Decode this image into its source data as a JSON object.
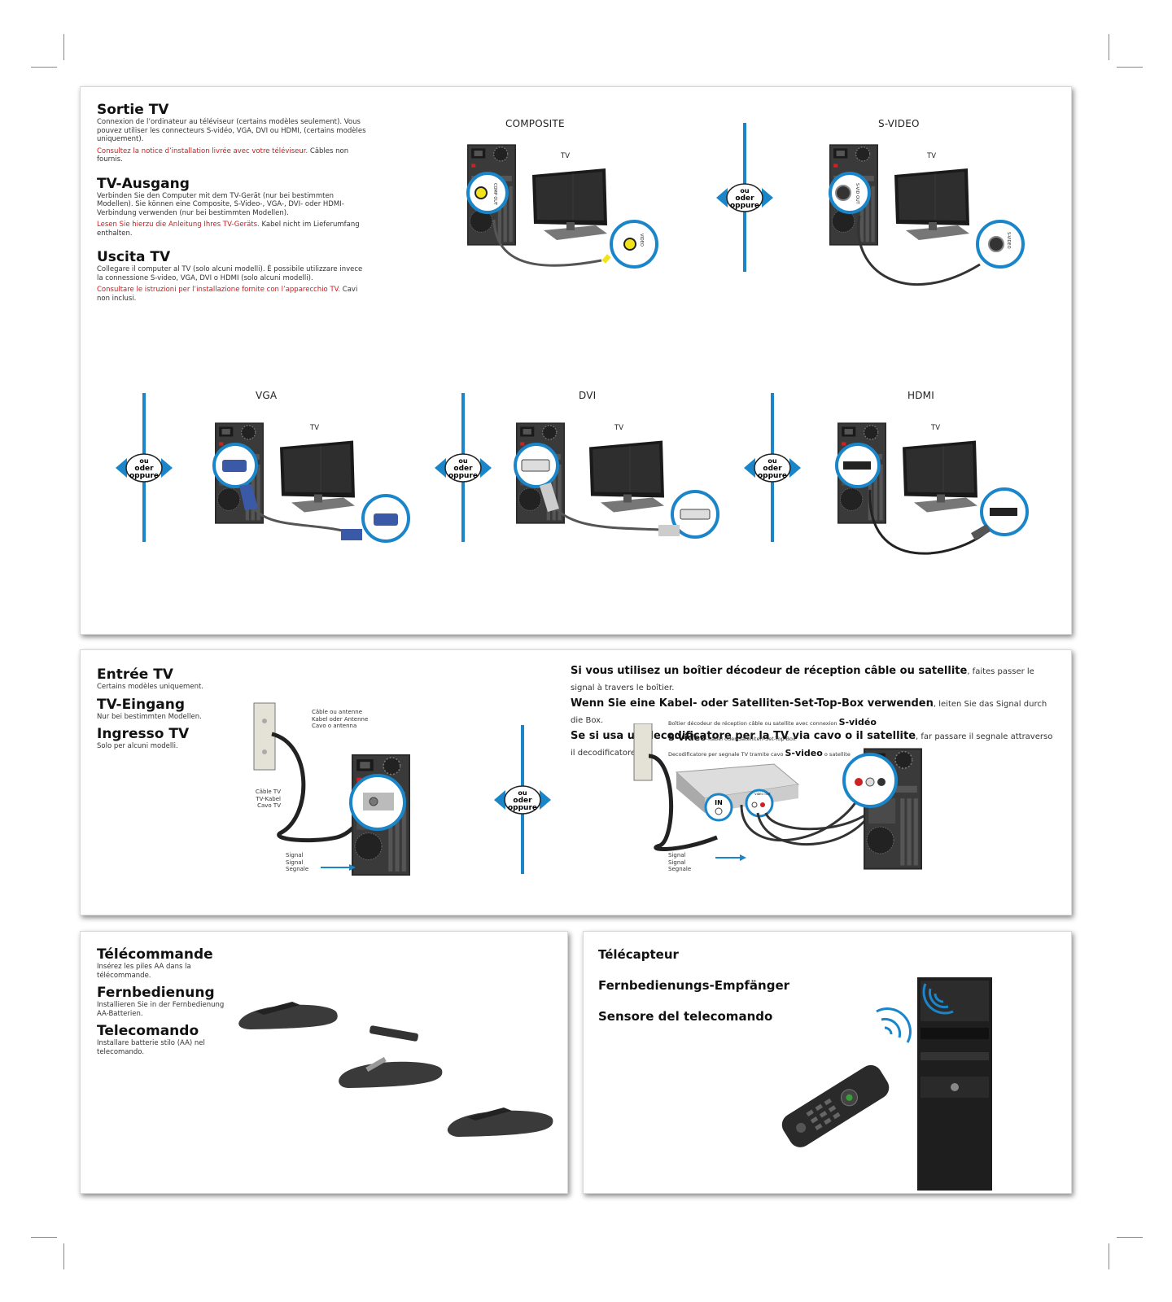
{
  "panel1": {
    "sections": [
      {
        "heading": "Sortie TV",
        "body": "Connexion de l’ordinateur au téléviseur (certains modèles seulement). Vous pouvez utiliser les connecteurs S-vidéo, VGA, DVI ou HDMI, (certains modèles uniquement).",
        "note_red": "Consultez la notice d’installation livrée avec votre téléviseur.",
        "note_black": " Câbles non fournis."
      },
      {
        "heading": "TV-Ausgang",
        "body": "Verbinden Sie den Computer mit dem TV-Gerät (nur bei bestimmten Modellen). Sie können eine Composite, S-Video-, VGA-, DVI- oder HDMI-Verbindung verwenden (nur bei bestimmten Modellen).",
        "note_red": "Lesen Sie hierzu die Anleitung Ihres TV-Geräts.",
        "note_black": " Kabel nicht im Lieferumfang enthalten."
      },
      {
        "heading": "Uscita TV",
        "body": "Collegare il computer al TV (solo alcuni modelli). È possibile utilizzare invece la connessione S-video, VGA, DVI o HDMI (solo alcuni modelli).",
        "note_red": "Consultare le istruzioni per l’installazione fornite con l’apparecchio TV.",
        "note_black": " Cavi non inclusi."
      }
    ],
    "diagrams": [
      {
        "label": "COMPOSITE",
        "tv": "TV",
        "pc_port": "COMP OUT",
        "tv_port": "VIDEO"
      },
      {
        "label": "S-VIDEO",
        "tv": "TV",
        "pc_port": "S-VID OUT",
        "tv_port": "S-VIDEO"
      },
      {
        "label": "VGA",
        "tv": "TV"
      },
      {
        "label": "DVI",
        "tv": "TV"
      },
      {
        "label": "HDMI",
        "tv": "TV"
      }
    ],
    "or_badge": {
      "l1": "ou",
      "l2": "oder",
      "l3": "oppure"
    }
  },
  "panel2": {
    "sections": [
      {
        "heading": "Entrée TV",
        "body": "Certains modèles uniquement."
      },
      {
        "heading": "TV-Eingang",
        "body": "Nur bei bestimmten Modellen."
      },
      {
        "heading": "Ingresso TV",
        "body": "Solo per alcuni modelli."
      }
    ],
    "cable_antenna": [
      "Câble ou antenne",
      "Kabel oder Antenne",
      "Cavo o antenna"
    ],
    "tv_cable": [
      "Câble TV",
      "TV-Kabel",
      "Cavo TV"
    ],
    "signal": [
      "Signal",
      "Signal",
      "Segnale"
    ],
    "settop_lines": [
      {
        "bold": "Si vous utilisez un boîtier décodeur de réception câble ou satellite",
        "rest": ", faites passer le signal à travers le boîtier."
      },
      {
        "bold": "Wenn Sie eine Kabel- oder Satelliten-Set-Top-Box verwenden",
        "rest": ", leiten Sie das Signal durch die Box."
      },
      {
        "bold": "Se si usa un decodificatore per la TV via cavo o il satellite",
        "rest": ", far passare il segnale attraverso il decodificatore."
      }
    ],
    "box_labels": [
      {
        "pre": "Boîtier décodeur de réception câble ou satellite avec connexion ",
        "bold": "S-vidéo",
        "post": ""
      },
      {
        "pre": "",
        "bold": "S-Video",
        "post": "-Kabel oder Satelliten-Set-Top-Box"
      },
      {
        "pre": "Decodificatore per segnale TV tramite cavo ",
        "bold": "S-video",
        "post": " o satellite"
      }
    ],
    "box_in": "IN",
    "box_out": "VIDEO OUT"
  },
  "panel3": {
    "sections": [
      {
        "heading": "Télécommande",
        "body": "Insérez les piles AA dans la télécommande."
      },
      {
        "heading": "Fernbedienung",
        "body": "Installieren Sie in der Fernbedienung AA-Batterien."
      },
      {
        "heading": "Telecomando",
        "body": "Installare batterie stilo (AA) nel telecomando."
      }
    ]
  },
  "panel4": {
    "headings": [
      "Télécapteur",
      "Fernbedienungs-Empfänger",
      "Sensore del telecomando"
    ]
  },
  "colors": {
    "accent_blue": "#1a86c9",
    "note_red": "#d01a1a",
    "yellow": "#f2e21a"
  }
}
